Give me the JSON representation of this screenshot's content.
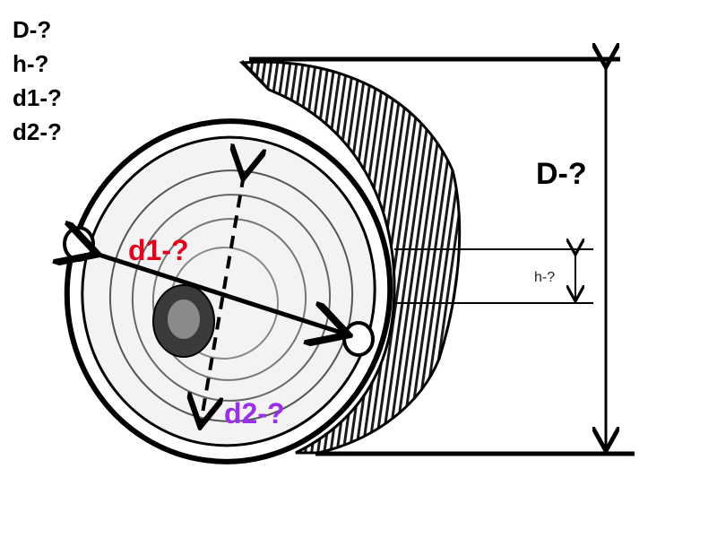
{
  "legend": {
    "items": [
      "D-?",
      "h-?",
      "d1-?",
      "d2-?"
    ]
  },
  "labels": {
    "D": "D-?",
    "h": "h-?",
    "d1": "d1-?",
    "d2": "d2-?"
  },
  "colors": {
    "d1": "#e0001b",
    "d2": "#9b30e8",
    "ink": "#000000"
  }
}
